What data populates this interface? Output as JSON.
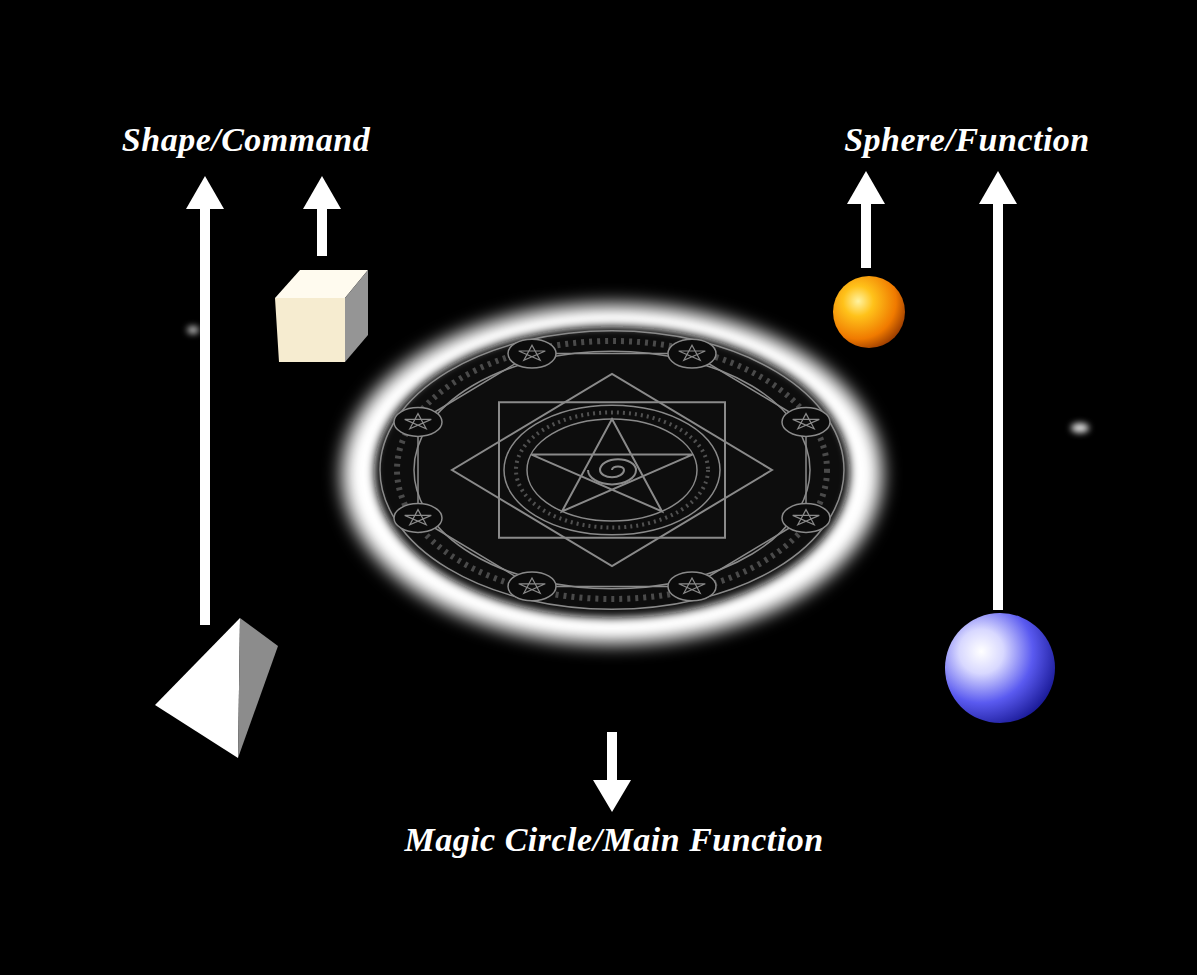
{
  "diagram": {
    "labels": [
      "Shape/Command",
      "Sphere/Function",
      "Magic Circle/Main Function"
    ]
  }
}
